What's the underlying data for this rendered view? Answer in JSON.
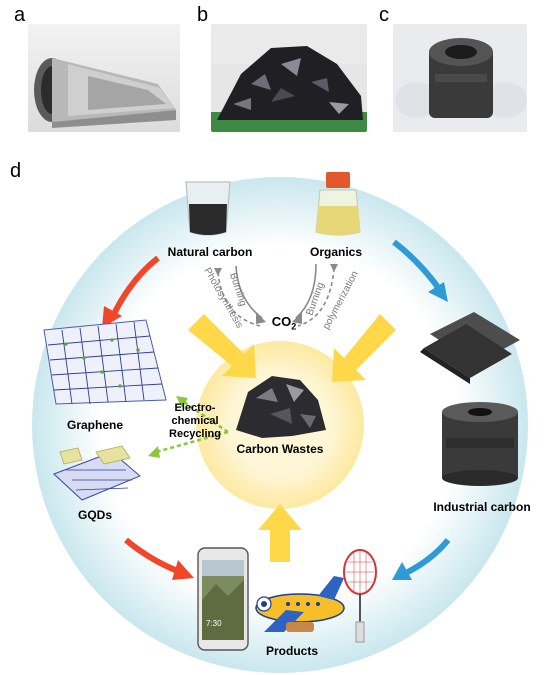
{
  "panels": {
    "a": "a",
    "b": "b",
    "c": "c",
    "d": "d"
  },
  "center": {
    "label": "Carbon Wastes"
  },
  "nodes": {
    "natural_carbon": "Natural carbon",
    "organics": "Organics",
    "graphene": "Graphene",
    "gqds": "GQDs",
    "industrial_carbon": "Industrial carbon",
    "products": "Products"
  },
  "co2": {
    "base": "CO",
    "sub": "2"
  },
  "arrow_labels": {
    "burning_left": "Burning",
    "photosynthesis": "Photosynthesis",
    "burning_right": "Burning",
    "polymerization": "polymerization"
  },
  "recycling": {
    "line1": "Electro-",
    "line2": "chemical",
    "line3": "Recycling"
  },
  "phone_time": "7:30",
  "colors": {
    "red_arrow": "#f0462a",
    "blue_arrow": "#2e9ad6",
    "yellow_arrow": "#ffd84a",
    "green_arrow": "#8cc63f"
  }
}
